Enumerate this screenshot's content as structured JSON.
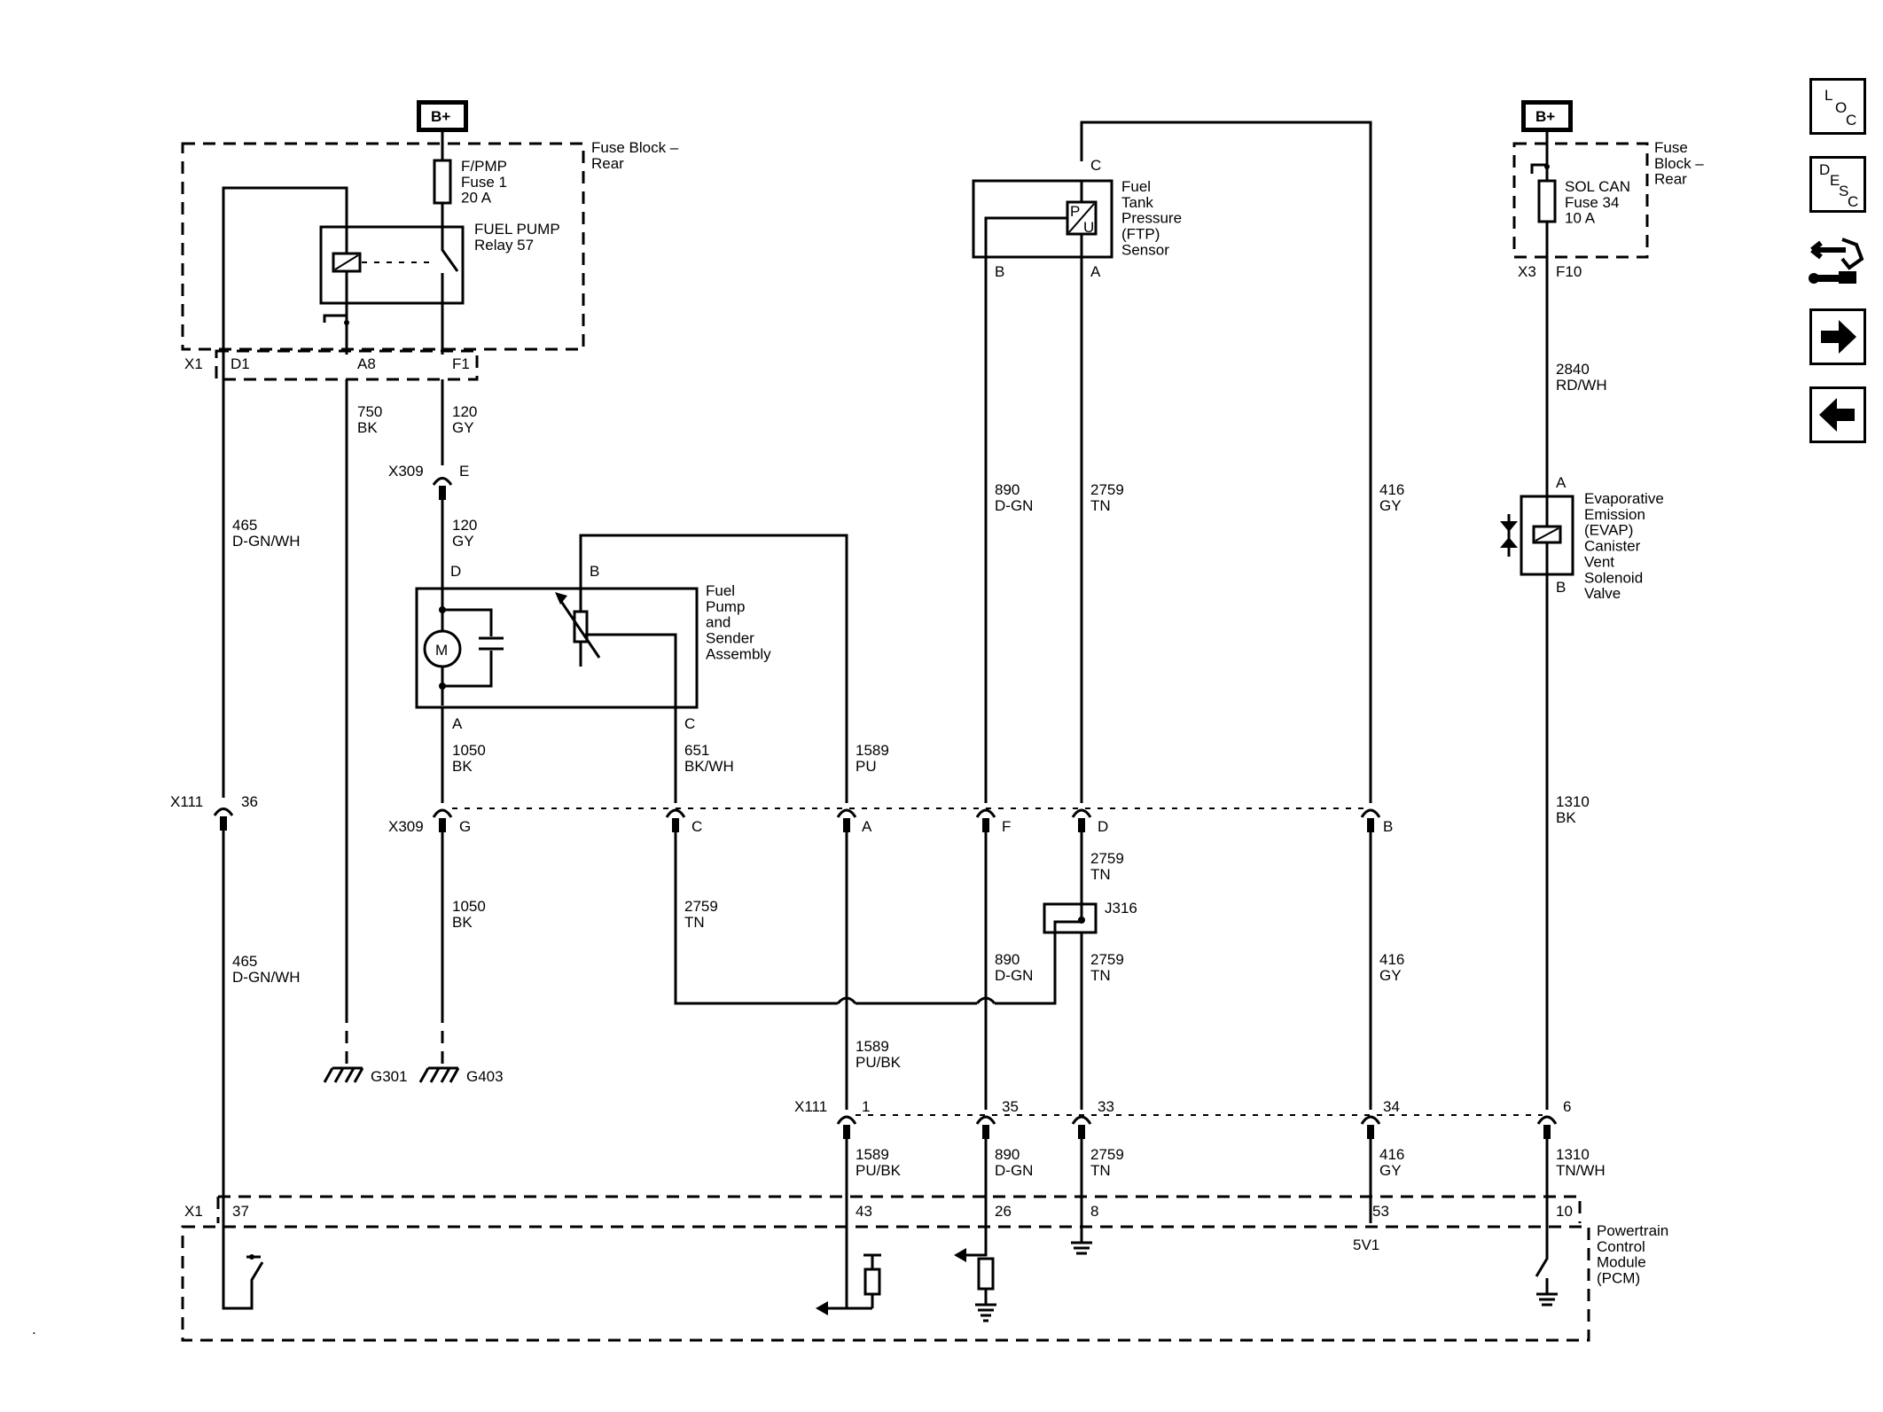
{
  "power": {
    "bplus": "B+"
  },
  "fuse_block": {
    "name": "Fuse Block –\nRear"
  },
  "fuse1": {
    "label": "F/PMP\nFuse 1\n20 A"
  },
  "relay": {
    "label": "FUEL PUMP\nRelay 57"
  },
  "connectors": {
    "x1": "X1",
    "d1": "D1",
    "a8": "A8",
    "f1": "F1",
    "x309": "X309",
    "e": "E",
    "x111": "X111",
    "p36": "36",
    "x309_row": {
      "g": "G",
      "c": "C",
      "a": "A",
      "f": "F",
      "d": "D",
      "b": "B"
    },
    "x111_row": {
      "p1": "1",
      "p35": "35",
      "p33": "33",
      "p34": "34",
      "p6": "6"
    },
    "pcm_pins": {
      "p37": "37",
      "p43": "43",
      "p26": "26",
      "p8": "8",
      "p53": "53",
      "p10": "10"
    },
    "x3": "X3",
    "f10": "F10"
  },
  "wires": {
    "w465a": "465\nD-GN/WH",
    "w465b": "465\nD-GN/WH",
    "w750": "750\nBK",
    "w120a": "120\nGY",
    "w120b": "120\nGY",
    "w1050a": "1050\nBK",
    "w1050b": "1050\nBK",
    "w651": "651\nBK/WH",
    "w1589a": "1589\nPU",
    "w1589b": "1589\nPU/BK",
    "w1589c": "1589\nPU/BK",
    "w2759c": "2759\nTN",
    "w890a": "890\nD-GN",
    "w890b": "890\nD-GN",
    "w890c": "890\nD-GN",
    "w2759a": "2759\nTN",
    "w2759b": "2759\nTN",
    "w2759d": "2759\nTN",
    "w2759e": "2759\nTN",
    "w416a": "416\nGY",
    "w416b": "416\nGY",
    "w416c": "416\nGY",
    "w2840": "2840\nRD/WH",
    "w1310a": "1310\nBK",
    "w1310b": "1310\nTN/WH"
  },
  "grounds": {
    "g301": "G301",
    "g403": "G403"
  },
  "fuel_pump": {
    "label": "Fuel\nPump\nand\nSender\nAssembly",
    "motor": "M",
    "pin_d": "D",
    "pin_b": "B",
    "pin_a": "A",
    "pin_c": "C"
  },
  "ftp_sensor": {
    "label": "Fuel\nTank\nPressure\n(FTP)\nSensor",
    "pin_c": "C",
    "pin_b": "B",
    "pin_a": "A",
    "sym_p": "P",
    "sym_u": "U"
  },
  "splice": {
    "label": "J316"
  },
  "fuse34_block": {
    "name": "Fuse\nBlock –\nRear"
  },
  "fuse34": {
    "label": "SOL CAN\nFuse 34\n10 A"
  },
  "evap": {
    "label": "Evaporative\nEmission\n(EVAP)\nCanister\nVent\nSolenoid\nValve",
    "pin_a": "A",
    "pin_b": "B"
  },
  "pcm": {
    "label": "Powertrain\nControl\nModule\n(PCM)",
    "v5": "5V1"
  },
  "nav": {
    "loc": {
      "l": "L",
      "o": "O",
      "c": "C"
    },
    "desc": {
      "d": "D",
      "e": "E",
      "s": "S",
      "c": "C"
    }
  }
}
